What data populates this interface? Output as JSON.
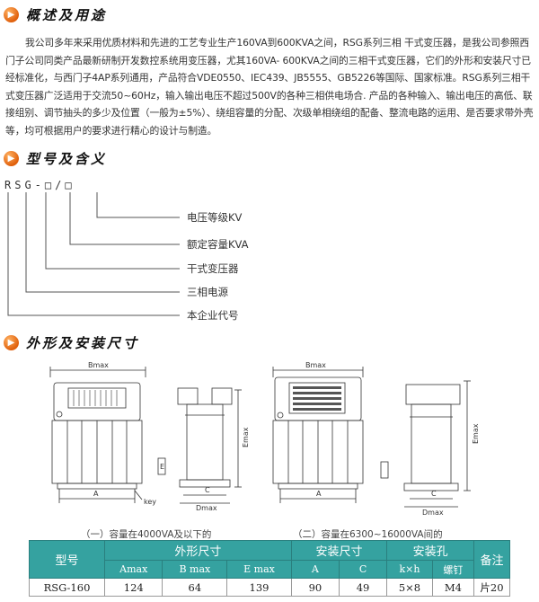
{
  "sections": {
    "overview_title": "概述及用途",
    "model_title": "型号及含义",
    "dimensions_title": "外形及安装尺寸"
  },
  "overview_text": "我公司多年来采用优质材料和先进的工艺专业生产160VA到600KVA之间，RSG系列三相 干式变压器，是我公司参照西门子公司同类产品最新研制开发数控系统用变压器，尤其160VA- 600KVA之间的三相干式变压器，它们的外形和安装尺寸已经标准化，与西门子4AP系列通用，产品符合VDE0550、IEC439、JB5555、GB5226等国际、国家标准。RSG系列三相干式变压器广泛适用于交流50~60Hz，输入输出电压不超过500V的各种三相供电场合. 产品的各种输入、输出电压的高低、联接组别、调节抽头的多少及位置（一般为±5%）、绕组容量的分配、次级单相绕组的配备、整流电路的运用、是否要求带外壳等，均可根据用户的要求进行精心的设计与制造。",
  "model_code": "RSG-□/□",
  "model_meaning": [
    "电压等级KV",
    "额定容量KVA",
    "干式变压器",
    "三相电源",
    "本企业代号"
  ],
  "diagram_labels": {
    "bmax": "Bmax",
    "dmax": "Dmax",
    "emax": "Emax",
    "a": "A",
    "c": "C",
    "key": "key",
    "e": "E"
  },
  "captions": {
    "left": "（一）容量在4000VA及以下的",
    "right": "（二）容量在6300~16000VA间的"
  },
  "table": {
    "headers": {
      "model": "型号",
      "outline": "外形尺寸",
      "install": "安装尺寸",
      "holes": "安装孔",
      "remark": "备注"
    },
    "sub_headers": [
      "Amax",
      "B max",
      "E max",
      "A",
      "C",
      "k×h",
      "螺钉"
    ],
    "rows": [
      [
        "RSG-160",
        "124",
        "64",
        "139",
        "90",
        "49",
        "5×8",
        "M4",
        "片20"
      ]
    ]
  }
}
